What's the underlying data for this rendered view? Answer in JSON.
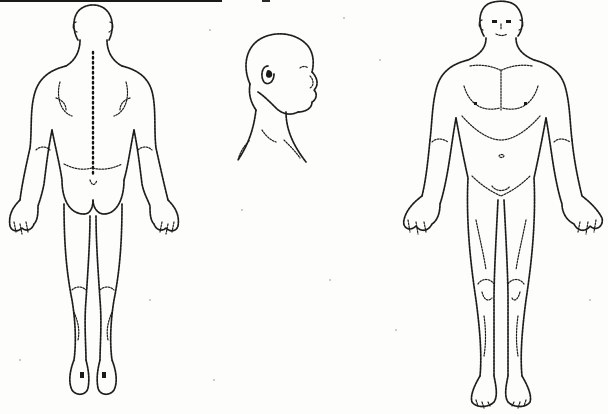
{
  "figures": [
    {
      "view": "posterior",
      "icon": "body-back-icon"
    },
    {
      "view": "lateral-head",
      "icon": "head-profile-icon"
    },
    {
      "view": "anterior",
      "icon": "body-front-icon"
    }
  ],
  "colors": {
    "paper": "#fdfdfb",
    "ink": "#1c1c1c"
  }
}
